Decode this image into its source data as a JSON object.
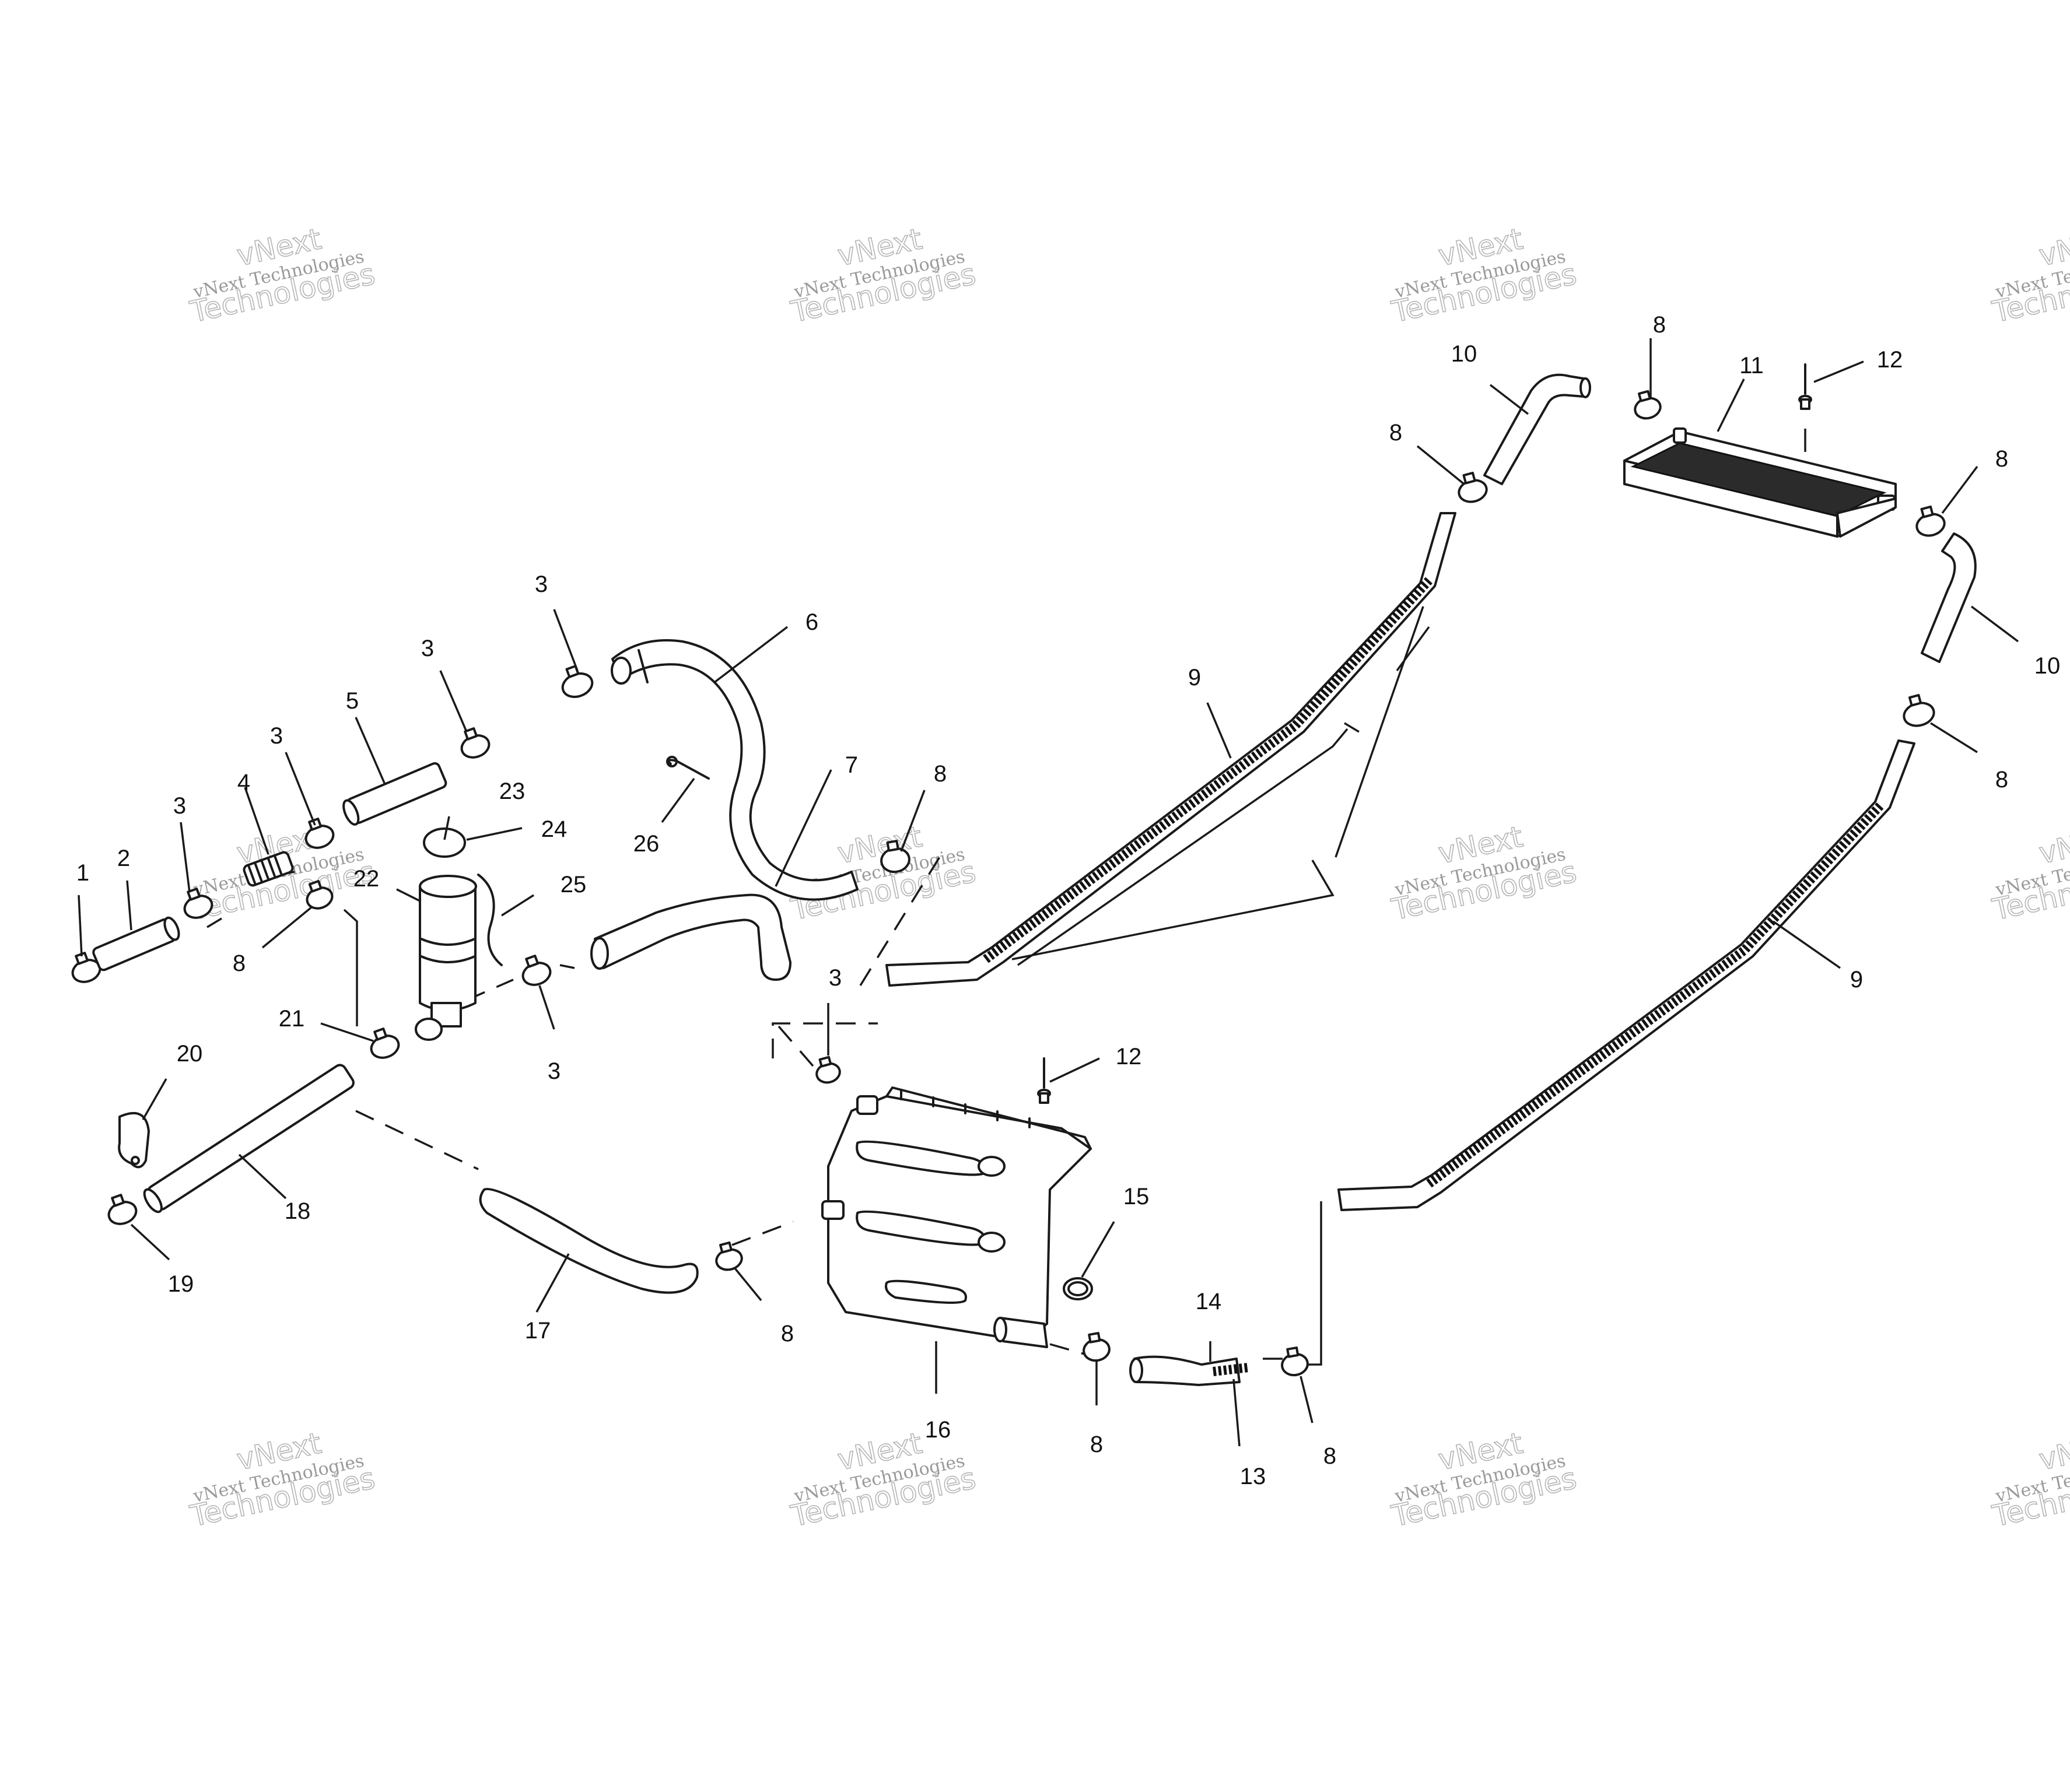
{
  "diagram": {
    "callouts": [
      {
        "id": "1",
        "text": "1"
      },
      {
        "id": "2",
        "text": "2"
      },
      {
        "id": "3a",
        "text": "3"
      },
      {
        "id": "3b",
        "text": "3"
      },
      {
        "id": "3c",
        "text": "3"
      },
      {
        "id": "3d",
        "text": "3"
      },
      {
        "id": "3e",
        "text": "3"
      },
      {
        "id": "3f",
        "text": "3"
      },
      {
        "id": "4",
        "text": "4"
      },
      {
        "id": "5",
        "text": "5"
      },
      {
        "id": "6",
        "text": "6"
      },
      {
        "id": "7",
        "text": "7"
      },
      {
        "id": "8a",
        "text": "8"
      },
      {
        "id": "8b",
        "text": "8"
      },
      {
        "id": "8c",
        "text": "8"
      },
      {
        "id": "8d",
        "text": "8"
      },
      {
        "id": "8e",
        "text": "8"
      },
      {
        "id": "8f",
        "text": "8"
      },
      {
        "id": "8g",
        "text": "8"
      },
      {
        "id": "8h",
        "text": "8"
      },
      {
        "id": "8i",
        "text": "8"
      },
      {
        "id": "9a",
        "text": "9"
      },
      {
        "id": "9b",
        "text": "9"
      },
      {
        "id": "10a",
        "text": "10"
      },
      {
        "id": "10b",
        "text": "10"
      },
      {
        "id": "11",
        "text": "11"
      },
      {
        "id": "12a",
        "text": "12"
      },
      {
        "id": "12b",
        "text": "12"
      },
      {
        "id": "13",
        "text": "13"
      },
      {
        "id": "14",
        "text": "14"
      },
      {
        "id": "15",
        "text": "15"
      },
      {
        "id": "16",
        "text": "16"
      },
      {
        "id": "17",
        "text": "17"
      },
      {
        "id": "18",
        "text": "18"
      },
      {
        "id": "19",
        "text": "19"
      },
      {
        "id": "20",
        "text": "20"
      },
      {
        "id": "21",
        "text": "21"
      },
      {
        "id": "22",
        "text": "22"
      },
      {
        "id": "23",
        "text": "23"
      },
      {
        "id": "24",
        "text": "24"
      },
      {
        "id": "25",
        "text": "25"
      },
      {
        "id": "26",
        "text": "26"
      }
    ],
    "watermark": {
      "line_small": "vNext Technologies",
      "line_big_1": "vNext",
      "line_big_2": "Technologies"
    }
  }
}
